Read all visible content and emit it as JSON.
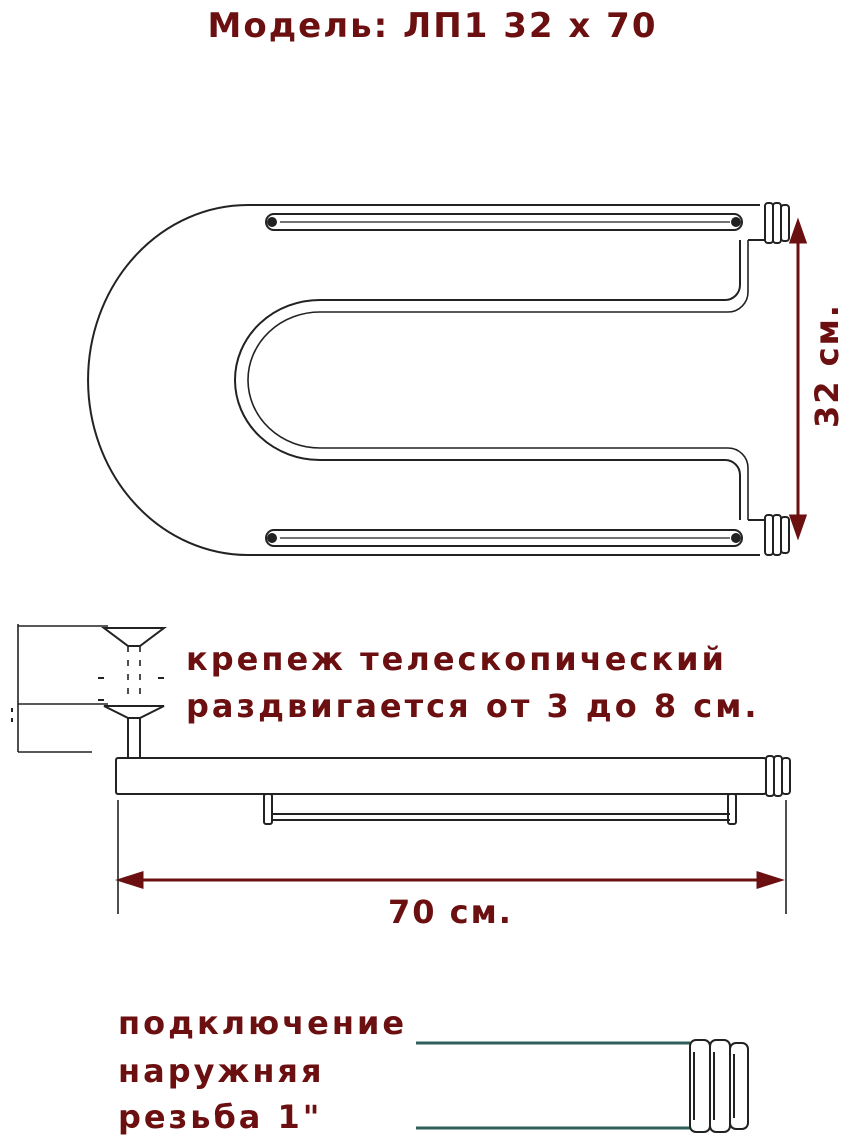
{
  "title": "Модель: ЛП1 32 х 70",
  "dimensions": {
    "height_label": "32 см.",
    "width_label": "70 см."
  },
  "mount": {
    "line1": "крепеж телескопический",
    "line2": "раздвигается от 3 до 8 см."
  },
  "connection": {
    "line1": "подключение",
    "line2": "наружняя",
    "line3": "резьба 1\""
  },
  "colors": {
    "label": "#6b0f10",
    "drawing": "#222222",
    "connector_pipe": "#2f5f5a"
  }
}
